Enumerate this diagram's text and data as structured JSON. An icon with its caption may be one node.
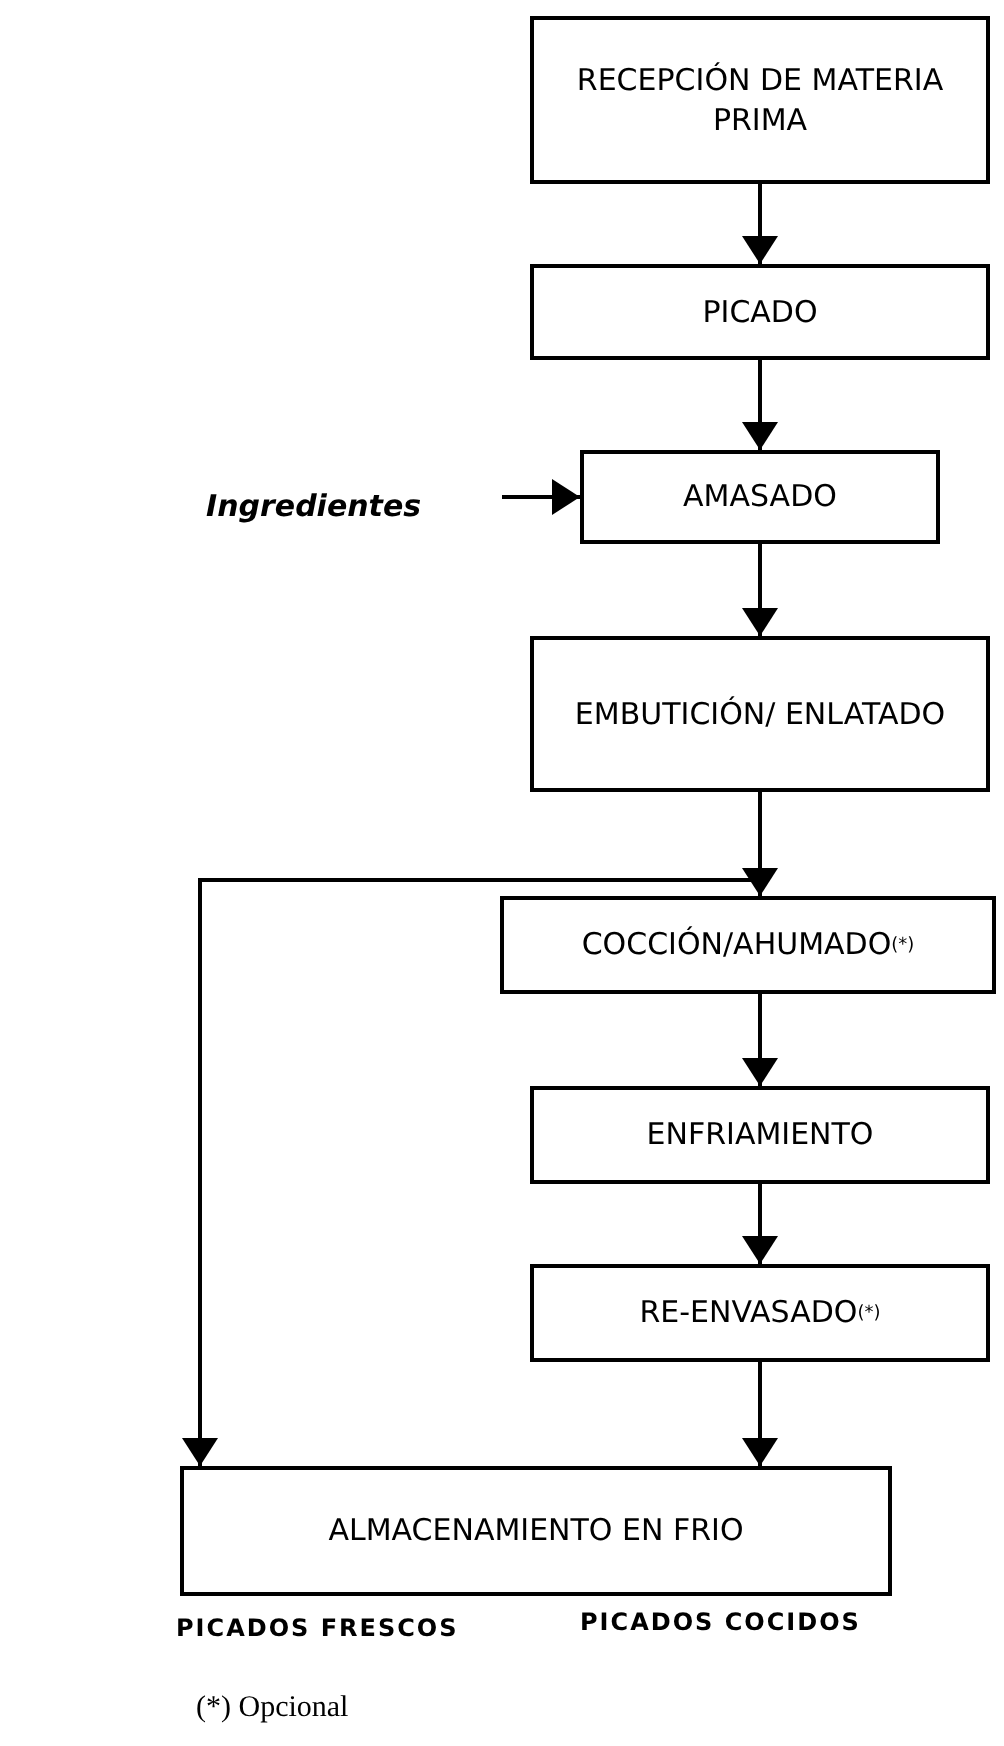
{
  "diagram": {
    "nodes": [
      {
        "text": [
          "RECEPCIÓN DE MATERIA PRIMA"
        ]
      },
      {
        "text": [
          "PICADO"
        ]
      },
      {
        "text": [
          "AMASADO"
        ]
      },
      {
        "text": [
          "EMBUTICIÓN/ ENLATADO"
        ]
      },
      {
        "text": [
          "COCCIÓN/AHUMADO$^{(*)}$"
        ]
      },
      {
        "text": [
          "ENFRIAMIENTO"
        ]
      },
      {
        "text": [
          "RE-ENVASADO$^{(*)}$"
        ]
      },
      {
        "text": [
          "ALMACENAMIENTO EN FRIO"
        ]
      },
      {
        "text": [
          "Ingredientes"
        ]
      }
    ],
    "edges": [
      {
        "from": 0,
        "to": 1,
        "arrow": "to"
      },
      {
        "from": 1,
        "to": 2,
        "arrow": "to"
      },
      {
        "from": 8,
        "to": 2,
        "arrow": "to"
      },
      {
        "from": 2,
        "to": 3,
        "arrow": "to"
      },
      {
        "from": 3,
        "to": 4,
        "arrow": "to"
      },
      {
        "from": 3,
        "to": 7,
        "arrow": "to"
      },
      {
        "from": 4,
        "to": 5,
        "arrow": "to"
      },
      {
        "from": 5,
        "to": 6,
        "arrow": "to"
      },
      {
        "from": 6,
        "to": 7,
        "arrow": "to"
      }
    ],
    "labels": [
      "PICADOS FRESCOS",
      "PICADOS COCIDOS",
      "(*) Opcional"
    ]
  }
}
